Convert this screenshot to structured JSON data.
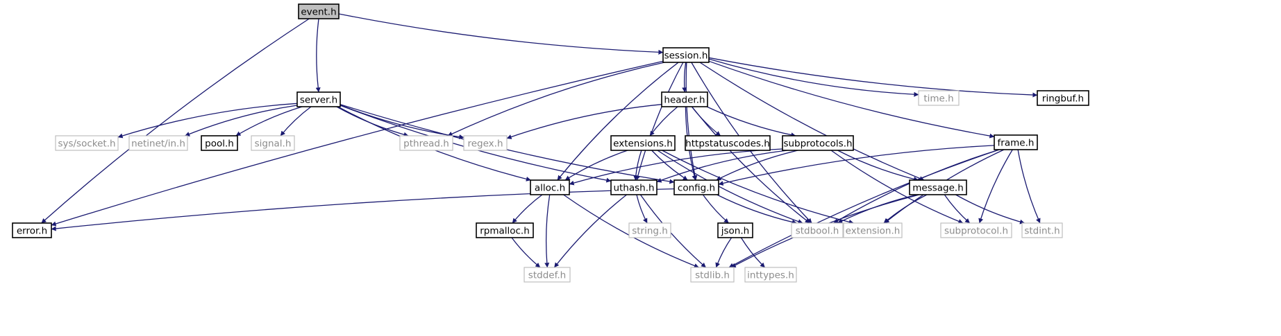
{
  "colors": {
    "edge": "#191970",
    "node_border": "#000000",
    "root_fill": "#bfbfbf",
    "system_border": "#bfbfbf",
    "system_text": "#8c8c8c"
  },
  "nodes": {
    "event": {
      "label": "event.h",
      "root": true
    },
    "session": {
      "label": "session.h"
    },
    "server": {
      "label": "server.h"
    },
    "header": {
      "label": "header.h"
    },
    "time": {
      "label": "time.h",
      "system": true
    },
    "ringbuf": {
      "label": "ringbuf.h"
    },
    "frame": {
      "label": "frame.h"
    },
    "syssocket": {
      "label": "sys/socket.h",
      "system": true
    },
    "netinet": {
      "label": "netinet/in.h",
      "system": true
    },
    "pool": {
      "label": "pool.h"
    },
    "signal": {
      "label": "signal.h",
      "system": true
    },
    "pthread": {
      "label": "pthread.h",
      "system": true
    },
    "regex": {
      "label": "regex.h",
      "system": true
    },
    "extensions": {
      "label": "extensions.h"
    },
    "httpstatuscodes": {
      "label": "httpstatuscodes.h"
    },
    "subprotocols": {
      "label": "subprotocols.h"
    },
    "alloc": {
      "label": "alloc.h"
    },
    "uthash": {
      "label": "uthash.h"
    },
    "config": {
      "label": "config.h"
    },
    "message": {
      "label": "message.h"
    },
    "error": {
      "label": "error.h"
    },
    "rpmalloc": {
      "label": "rpmalloc.h"
    },
    "string": {
      "label": "string.h",
      "system": true
    },
    "json": {
      "label": "json.h"
    },
    "stdbool": {
      "label": "stdbool.h",
      "system": true
    },
    "extension": {
      "label": "extension.h",
      "system": true
    },
    "subprotocol": {
      "label": "subprotocol.h",
      "system": true
    },
    "stdint": {
      "label": "stdint.h",
      "system": true
    },
    "stddef": {
      "label": "stddef.h",
      "system": true
    },
    "stdlib": {
      "label": "stdlib.h",
      "system": true
    },
    "inttypes": {
      "label": "inttypes.h",
      "system": true
    }
  },
  "edges": [
    [
      "event",
      "error"
    ],
    [
      "event",
      "server"
    ],
    [
      "event",
      "session"
    ],
    [
      "session",
      "error"
    ],
    [
      "session",
      "pthread"
    ],
    [
      "session",
      "header"
    ],
    [
      "session",
      "alloc"
    ],
    [
      "session",
      "uthash"
    ],
    [
      "session",
      "config"
    ],
    [
      "session",
      "stdbool"
    ],
    [
      "session",
      "message"
    ],
    [
      "session",
      "time"
    ],
    [
      "session",
      "ringbuf"
    ],
    [
      "session",
      "frame"
    ],
    [
      "server",
      "syssocket"
    ],
    [
      "server",
      "netinet"
    ],
    [
      "server",
      "pool"
    ],
    [
      "server",
      "signal"
    ],
    [
      "server",
      "pthread"
    ],
    [
      "server",
      "regex"
    ],
    [
      "server",
      "alloc"
    ],
    [
      "server",
      "uthash"
    ],
    [
      "server",
      "config"
    ],
    [
      "header",
      "regex"
    ],
    [
      "header",
      "config"
    ],
    [
      "header",
      "extensions"
    ],
    [
      "header",
      "httpstatuscodes"
    ],
    [
      "header",
      "subprotocols"
    ],
    [
      "header",
      "stdbool"
    ],
    [
      "extensions",
      "alloc"
    ],
    [
      "extensions",
      "uthash"
    ],
    [
      "extensions",
      "config"
    ],
    [
      "extensions",
      "stdbool"
    ],
    [
      "extensions",
      "extension"
    ],
    [
      "subprotocols",
      "alloc"
    ],
    [
      "subprotocols",
      "uthash"
    ],
    [
      "subprotocols",
      "config"
    ],
    [
      "subprotocols",
      "message"
    ],
    [
      "subprotocols",
      "subprotocol"
    ],
    [
      "frame",
      "config"
    ],
    [
      "frame",
      "stdbool"
    ],
    [
      "frame",
      "extension"
    ],
    [
      "frame",
      "subprotocol"
    ],
    [
      "frame",
      "stdint"
    ],
    [
      "frame",
      "stdlib"
    ],
    [
      "alloc",
      "rpmalloc"
    ],
    [
      "alloc",
      "stddef"
    ],
    [
      "alloc",
      "stdlib"
    ],
    [
      "uthash",
      "string"
    ],
    [
      "uthash",
      "stddef"
    ],
    [
      "uthash",
      "stdlib"
    ],
    [
      "config",
      "error"
    ],
    [
      "config",
      "json"
    ],
    [
      "config",
      "stdbool"
    ],
    [
      "message",
      "stdbool"
    ],
    [
      "message",
      "extension"
    ],
    [
      "message",
      "subprotocol"
    ],
    [
      "message",
      "stdint"
    ],
    [
      "message",
      "stdlib"
    ],
    [
      "rpmalloc",
      "stddef"
    ],
    [
      "json",
      "stdlib"
    ],
    [
      "json",
      "inttypes"
    ]
  ]
}
